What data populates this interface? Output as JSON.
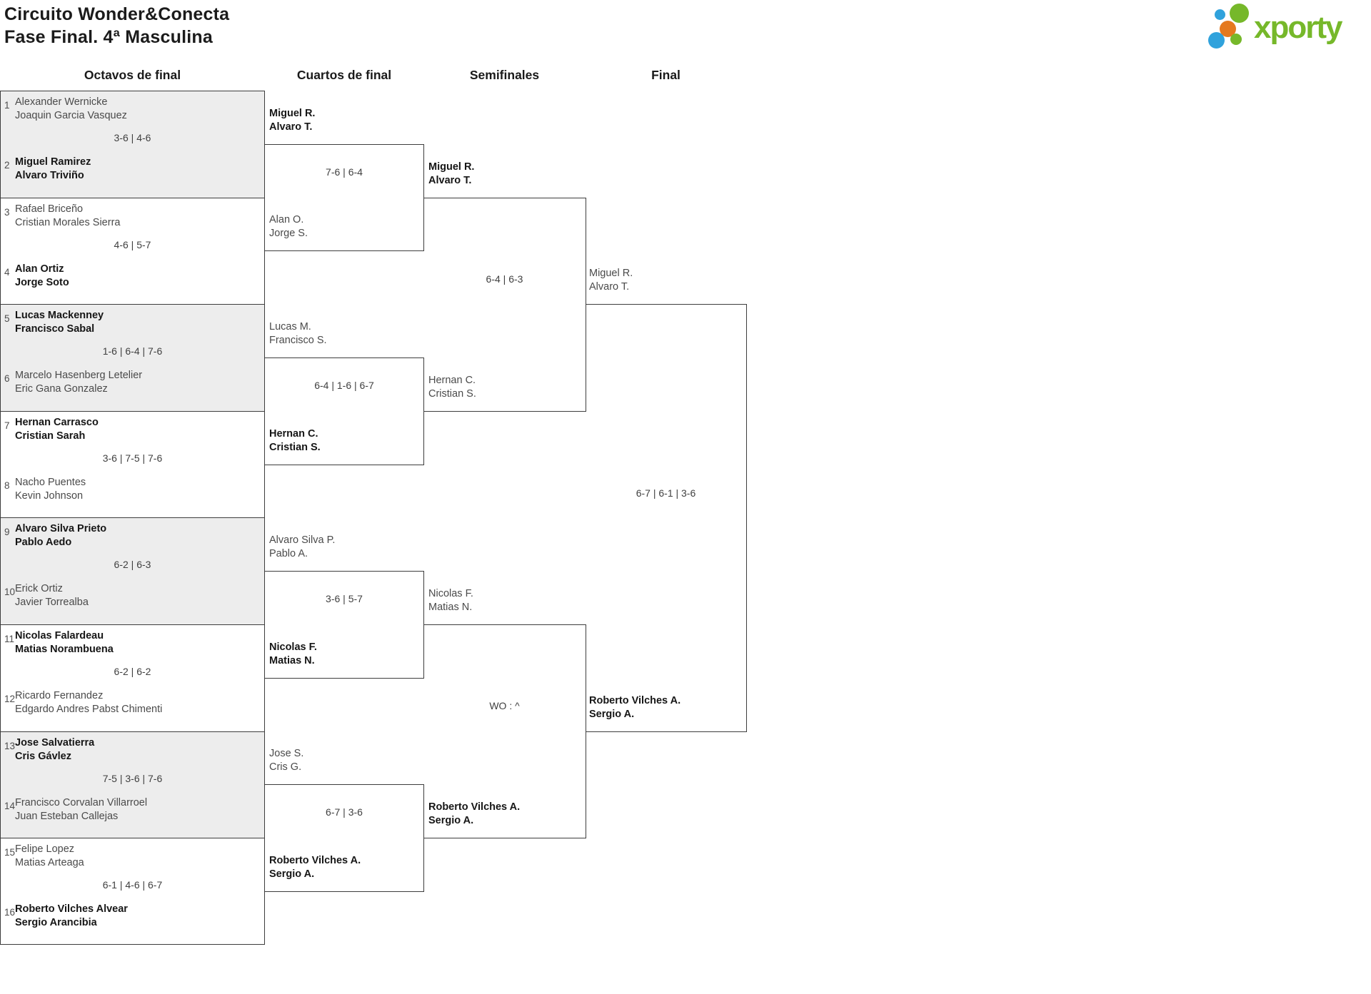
{
  "header": {
    "title_line1": "Circuito Wonder&Conecta",
    "title_line2": "Fase Final. 4ª Masculina",
    "logo_text": "xporty"
  },
  "round_headers": [
    "Octavos de final",
    "Cuartos de final",
    "Semifinales",
    "Final"
  ],
  "colors": {
    "line": "#3d3d3d",
    "box_alt_fill": "#ededed",
    "logo_green": "#76b82a",
    "logo_orange": "#e5791e",
    "logo_blue": "#30a2dc"
  },
  "rounds": {
    "round_of_16": [
      {
        "top": {
          "seed": "1",
          "name1": "Alexander Wernicke",
          "name2": "Joaquin Garcia Vasquez",
          "winner": false
        },
        "score": "3-6 | 4-6",
        "bottom": {
          "seed": "2",
          "name1": "Miguel Ramirez",
          "name2": "Alvaro Triviño",
          "winner": true
        }
      },
      {
        "top": {
          "seed": "3",
          "name1": "Rafael Briceño",
          "name2": "Cristian Morales Sierra",
          "winner": false
        },
        "score": "4-6 | 5-7",
        "bottom": {
          "seed": "4",
          "name1": "Alan Ortiz",
          "name2": "Jorge Soto",
          "winner": true
        }
      },
      {
        "top": {
          "seed": "5",
          "name1": "Lucas Mackenney",
          "name2": "Francisco Sabal",
          "winner": true
        },
        "score": "1-6 | 6-4 | 7-6",
        "bottom": {
          "seed": "6",
          "name1": "Marcelo Hasenberg Letelier",
          "name2": "Eric Gana Gonzalez",
          "winner": false
        }
      },
      {
        "top": {
          "seed": "7",
          "name1": "Hernan Carrasco",
          "name2": "Cristian Sarah",
          "winner": true
        },
        "score": "3-6 | 7-5 | 7-6",
        "bottom": {
          "seed": "8",
          "name1": "Nacho Puentes",
          "name2": "Kevin Johnson",
          "winner": false
        }
      },
      {
        "top": {
          "seed": "9",
          "name1": "Alvaro Silva Prieto",
          "name2": "Pablo Aedo",
          "winner": true
        },
        "score": "6-2 | 6-3",
        "bottom": {
          "seed": "10",
          "name1": "Erick Ortiz",
          "name2": "Javier Torrealba",
          "winner": false
        }
      },
      {
        "top": {
          "seed": "11",
          "name1": "Nicolas Falardeau",
          "name2": "Matias Norambuena",
          "winner": true
        },
        "score": "6-2 | 6-2",
        "bottom": {
          "seed": "12",
          "name1": "Ricardo Fernandez",
          "name2": "Edgardo Andres Pabst Chimenti",
          "winner": false
        }
      },
      {
        "top": {
          "seed": "13",
          "name1": "Jose Salvatierra",
          "name2": "Cris Gávlez",
          "winner": true
        },
        "score": "7-5 | 3-6 | 7-6",
        "bottom": {
          "seed": "14",
          "name1": "Francisco Corvalan Villarroel",
          "name2": "Juan Esteban Callejas",
          "winner": false
        }
      },
      {
        "top": {
          "seed": "15",
          "name1": "Felipe Lopez",
          "name2": "Matias Arteaga",
          "winner": false
        },
        "score": "6-1 | 4-6 | 6-7",
        "bottom": {
          "seed": "16",
          "name1": "Roberto Vilches Alvear",
          "name2": "Sergio Arancibia",
          "winner": true
        }
      }
    ],
    "quarterfinals": [
      {
        "top": {
          "name1": "Miguel R.",
          "name2": "Alvaro T.",
          "winner": true
        },
        "score": "7-6 | 6-4",
        "bottom": {
          "name1": "Alan O.",
          "name2": "Jorge S.",
          "winner": false
        }
      },
      {
        "top": {
          "name1": "Lucas M.",
          "name2": "Francisco S.",
          "winner": false
        },
        "score": "6-4 | 1-6 | 6-7",
        "bottom": {
          "name1": "Hernan C.",
          "name2": "Cristian S.",
          "winner": true
        }
      },
      {
        "top": {
          "name1": "Alvaro Silva P.",
          "name2": "Pablo A.",
          "winner": false
        },
        "score": "3-6 | 5-7",
        "bottom": {
          "name1": "Nicolas F.",
          "name2": "Matias N.",
          "winner": true
        }
      },
      {
        "top": {
          "name1": "Jose S.",
          "name2": "Cris G.",
          "winner": false
        },
        "score": "6-7 | 3-6",
        "bottom": {
          "name1": "Roberto Vilches A.",
          "name2": "Sergio A.",
          "winner": true
        }
      }
    ],
    "semifinals": [
      {
        "top": {
          "name1": "Miguel R.",
          "name2": "Alvaro T.",
          "winner": true
        },
        "score": "6-4 | 6-3",
        "bottom": {
          "name1": "Hernan C.",
          "name2": "Cristian S.",
          "winner": false
        }
      },
      {
        "top": {
          "name1": "Nicolas F.",
          "name2": "Matias N.",
          "winner": false
        },
        "score": "WO : ^",
        "bottom": {
          "name1": "Roberto Vilches A.",
          "name2": "Sergio A.",
          "winner": true
        }
      }
    ],
    "final": [
      {
        "top": {
          "name1": "Miguel R.",
          "name2": "Alvaro T.",
          "winner": false
        },
        "score": "6-7 | 6-1 | 3-6",
        "bottom": {
          "name1": "Roberto Vilches A.",
          "name2": "Sergio A.",
          "winner": true
        }
      }
    ]
  }
}
